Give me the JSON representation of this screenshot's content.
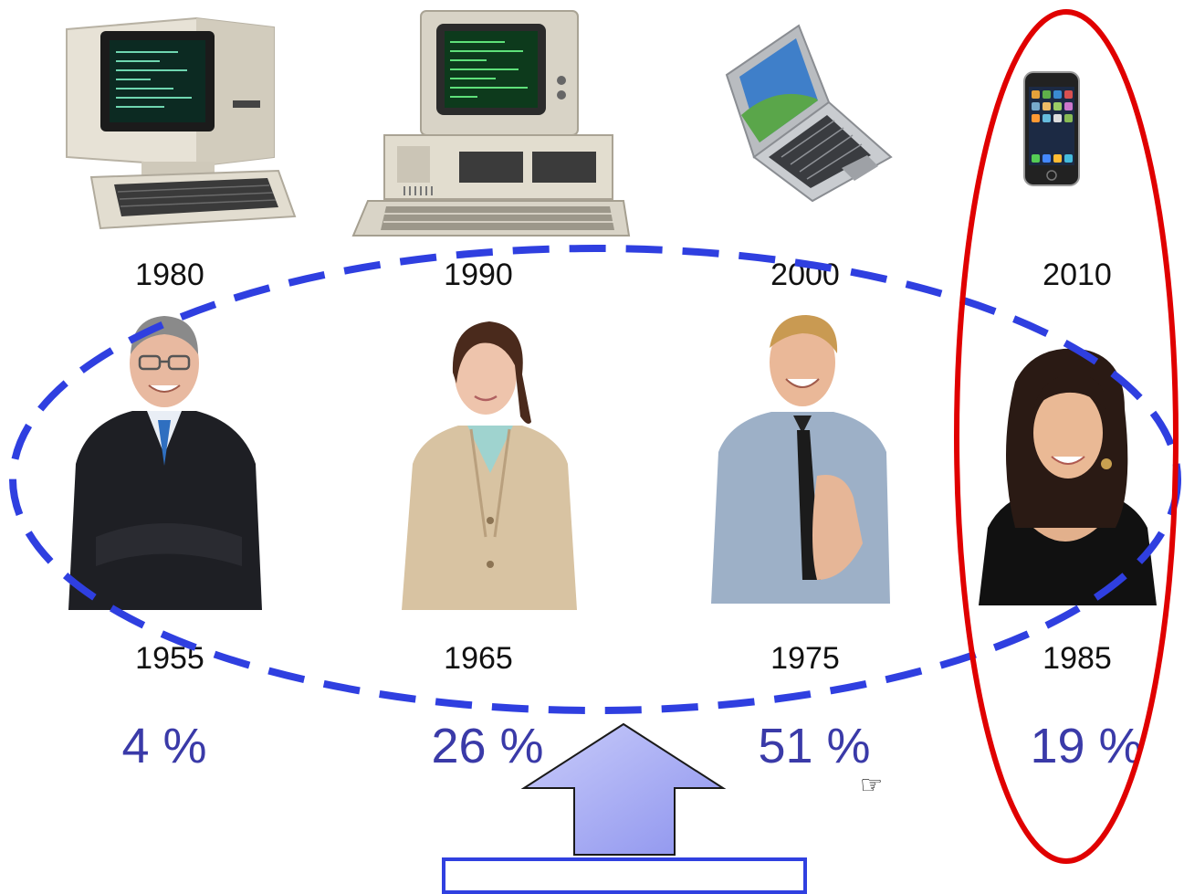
{
  "devices": [
    {
      "year": "1980",
      "icon": "terminal-computer-icon"
    },
    {
      "year": "1990",
      "icon": "desktop-pc-icon"
    },
    {
      "year": "2000",
      "icon": "laptop-icon"
    },
    {
      "year": "2010",
      "icon": "smartphone-icon"
    }
  ],
  "people": [
    {
      "birth_year": "1955",
      "share": "4 %"
    },
    {
      "birth_year": "1965",
      "share": "26 %"
    },
    {
      "birth_year": "1975",
      "share": "51 %"
    },
    {
      "birth_year": "1985",
      "share": "19 %"
    }
  ],
  "colors": {
    "percent_text": "#3a3aa8",
    "dashed_ellipse": "#2f3fe0",
    "red_ellipse": "#e00000",
    "arrow_fill": "#a9aef5",
    "bottom_box": "#3040e0"
  }
}
